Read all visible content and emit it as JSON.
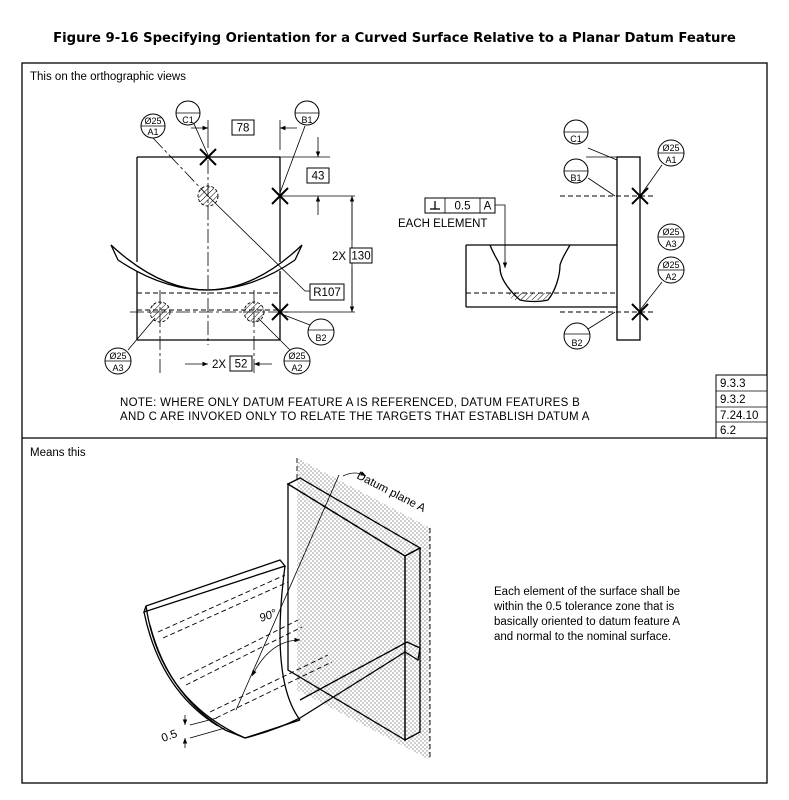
{
  "title": "Figure 9-16 Specifying Orientation for a Curved Surface Relative to a Planar Datum Feature",
  "top_panel": {
    "label": "This on the orthographic views",
    "note_line1": "NOTE: WHERE ONLY DATUM FEATURE A IS REFERENCED, DATUM FEATURES B",
    "note_line2": "AND C ARE INVOKED ONLY TO RELATE THE TARGETS THAT ESTABLISH DATUM A",
    "refs": [
      "9.3.3",
      "9.3.2",
      "7.24.10",
      "6.2"
    ]
  },
  "front_view": {
    "dim_78": "78",
    "dim_43": "43",
    "dim_130": "130",
    "dim_130_prefix": "2X",
    "dim_52": "52",
    "dim_52_prefix": "2X",
    "radius": "R107",
    "targets": {
      "a1_size": "Ø25",
      "a1_id": "A1",
      "a2_size": "Ø25",
      "a2_id": "A2",
      "a3_size": "Ø25",
      "a3_id": "A3",
      "b1_id": "B1",
      "b2_id": "B2",
      "c1_id": "C1"
    }
  },
  "side_view": {
    "tolerance": "0.5",
    "datum": "A",
    "each_element": "EACH ELEMENT",
    "targets": {
      "c1_id": "C1",
      "b1_id": "B1",
      "b2_id": "B2",
      "a1_size": "Ø25",
      "a1_id": "A1",
      "a3_size": "Ø25",
      "a3_id": "A3",
      "a2_size": "Ø25",
      "a2_id": "A2"
    }
  },
  "bottom_panel": {
    "label": "Means this",
    "datum_plane_label": "Datum plane A",
    "angle_label": "90°",
    "zone_label": "0.5",
    "desc_line1": "Each element of the surface shall be",
    "desc_line2": "within the 0.5 tolerance zone that is",
    "desc_line3": "basically oriented to datum feature A",
    "desc_line4": "and normal to the nominal surface."
  },
  "symbols": {
    "perpendicularity": "perpendicularity-symbol"
  }
}
